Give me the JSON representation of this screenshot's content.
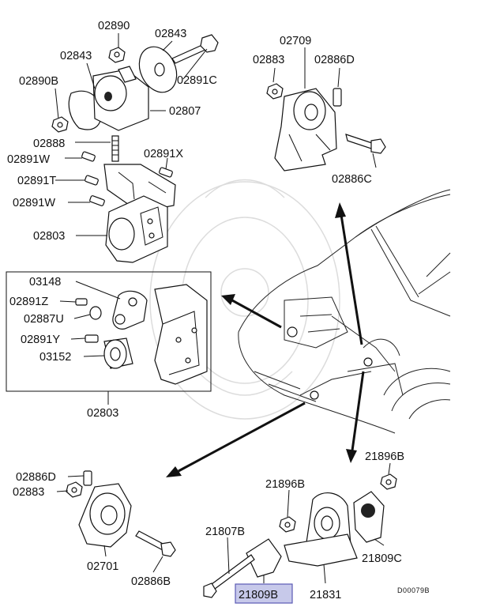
{
  "labels": {
    "p02890": "02890",
    "p02843_top": "02843",
    "p02843_left": "02843",
    "p02891C": "02891C",
    "p02890B": "02890B",
    "p02807": "02807",
    "p02888": "02888",
    "p02891X": "02891X",
    "p02891W_a": "02891W",
    "p02891T": "02891T",
    "p02891W_b": "02891W",
    "p02803_top": "02803",
    "p03148": "03148",
    "p02891Z": "02891Z",
    "p02887U": "02887U",
    "p02891Y": "02891Y",
    "p03152": "03152",
    "p02803_box": "02803",
    "p02709": "02709",
    "p02883_tr": "02883",
    "p02886D_tr": "02886D",
    "p02886C": "02886C",
    "p02886D_bl": "02886D",
    "p02883_bl": "02883",
    "p02701": "02701",
    "p02886B": "02886B",
    "p21896B_r": "21896B",
    "p21896B_m": "21896B",
    "p21807B": "21807B",
    "p21809B": "21809B",
    "p21831": "21831",
    "p21809C": "21809C"
  },
  "diagram_id": "D00079B",
  "colors": {
    "highlight_fill": "#c7c9ea",
    "highlight_border": "#5a5ab4",
    "ink": "#111111"
  }
}
